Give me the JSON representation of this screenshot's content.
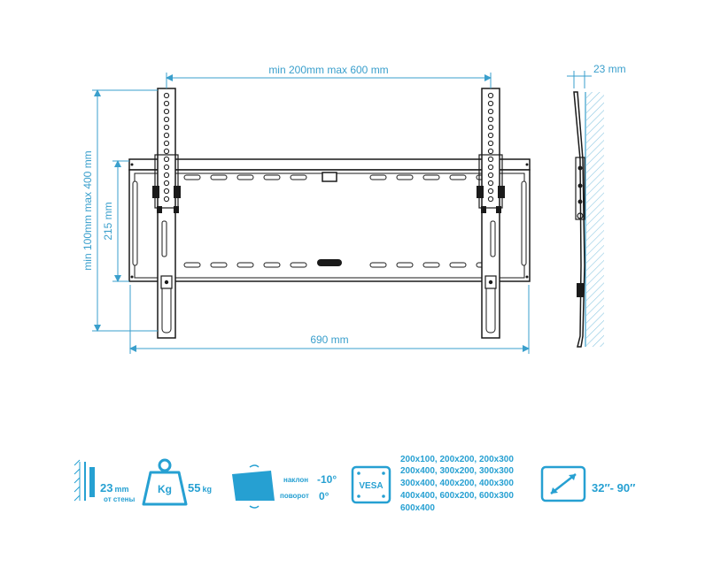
{
  "dimensions": {
    "top_width": "min 200mm max 600 mm",
    "left_height": "min 100mm max 400 mm",
    "inner_height": "215 mm",
    "bottom_width": "690 mm",
    "depth": "23 mm"
  },
  "specs": {
    "wall_distance": {
      "value": "23",
      "unit": "mm",
      "note": "от стены"
    },
    "weight": {
      "badge": "Kg",
      "value": "55",
      "unit": "kg"
    },
    "tilt": {
      "label": "наклон",
      "value": "-10°"
    },
    "swivel": {
      "label": "поворот",
      "value": "0°"
    },
    "vesa": {
      "badge": "VESA",
      "lines": [
        "200x100, 200x200, 200x300",
        "200x400, 300x200, 300x300",
        "300x400, 400x200, 400x300",
        "400x400, 600x200, 600x300",
        "600x400"
      ]
    },
    "screen_size": {
      "value": "32″- 90″"
    }
  },
  "colors": {
    "accent": "#26a0d2",
    "line": "#3a9fcc",
    "metal": "#1a1a1a"
  }
}
